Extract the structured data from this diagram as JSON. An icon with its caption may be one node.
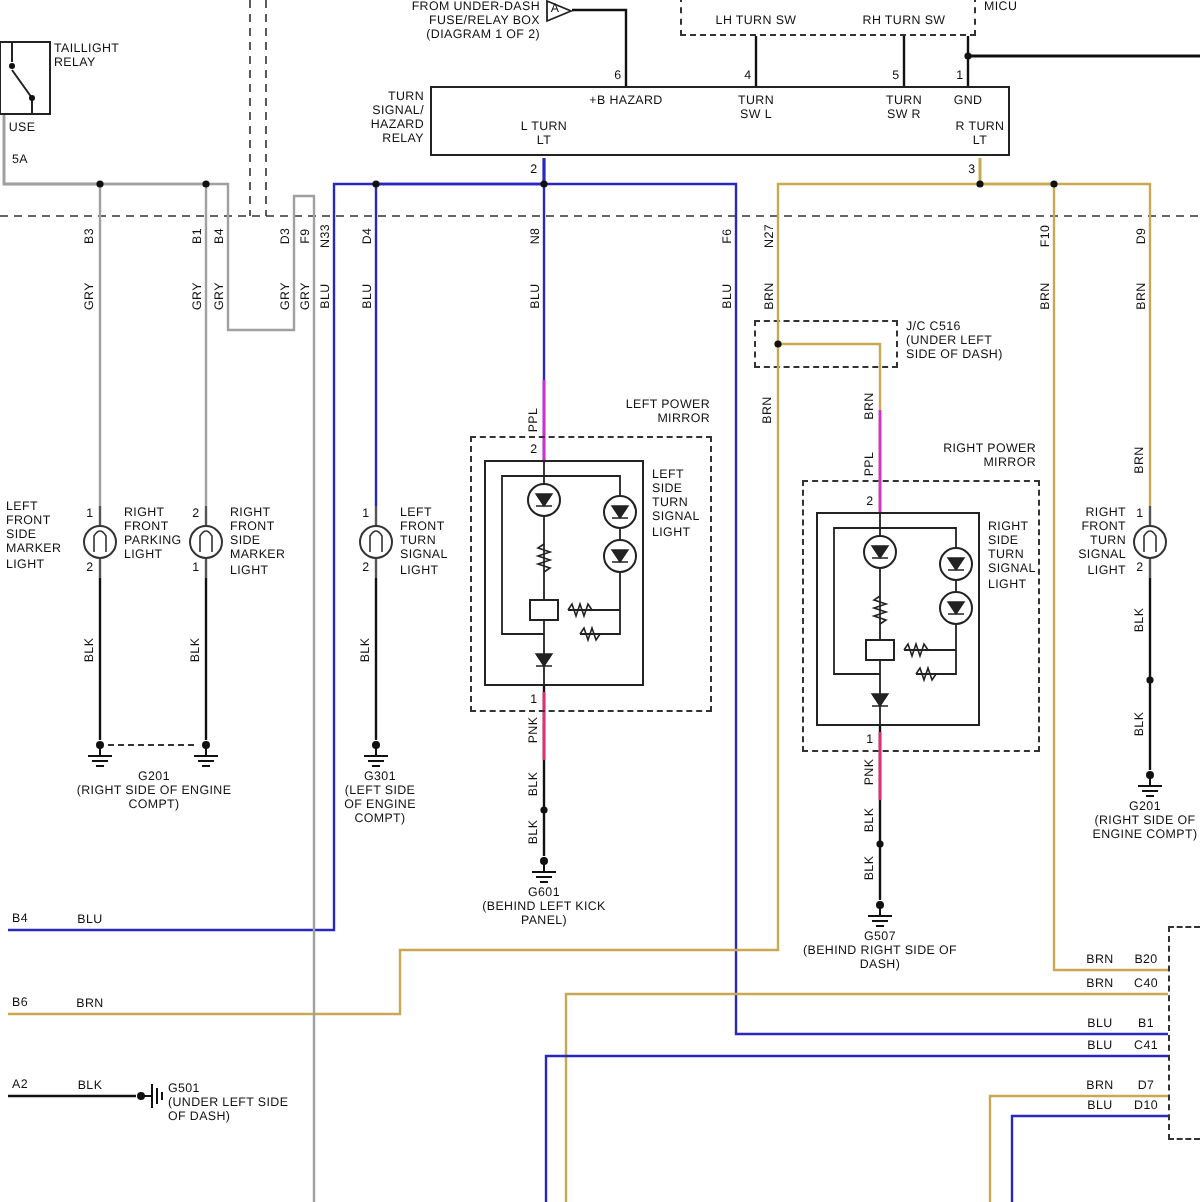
{
  "diagram": {
    "nodes": [
      {
        "text": [
          "TAILLIGHT RELAY"
        ]
      },
      {
        "text": [
          "A"
        ],
        "beside": [
          "FROM UNDER-DASH FUSE/RELAY BOX (DIAGRAM 1 OF 2)"
        ]
      },
      {
        "text": [
          "MICU",
          "LH TURN SW",
          "RH TURN SW"
        ]
      },
      {
        "text": [
          "TURN SIGNAL/ HAZARD RELAY",
          "+B HAZARD",
          "TURN SW L",
          "TURN SW R",
          "GND",
          "L TURN LT",
          "R TURN LT"
        ]
      },
      {
        "text": [
          "RIGHT FRONT PARKING LIGHT"
        ]
      },
      {
        "text": [
          "RIGHT FRONT SIDE MARKER LIGHT"
        ]
      },
      {
        "text": [
          "LEFT FRONT TURN SIGNAL LIGHT"
        ]
      },
      {
        "text": [
          "LEFT POWER MIRROR"
        ]
      },
      {
        "text": [
          "LEFT SIDE TURN SIGNAL LIGHT"
        ],
        "in": 7
      },
      {
        "text": [
          "J/C C516 (UNDER LEFT SIDE OF DASH)"
        ]
      },
      {
        "text": [
          "RIGHT POWER MIRROR"
        ]
      },
      {
        "text": [
          "RIGHT SIDE TURN SIGNAL LIGHT"
        ],
        "in": 10
      },
      {
        "text": [
          "RIGHT FRONT TURN SIGNAL LIGHT"
        ]
      },
      {
        "text": [
          "G201",
          "(RIGHT SIDE OF ENGINE COMPT)"
        ]
      },
      {
        "text": [
          "G301",
          "(LEFT SIDE OF ENGINE COMPT)"
        ]
      },
      {
        "text": [
          "G601",
          "(BEHIND LEFT KICK PANEL)"
        ]
      },
      {
        "text": [
          "G507",
          "(BEHIND RIGHT SIDE OF DASH)"
        ]
      },
      {
        "text": [
          "G201",
          "(RIGHT SIDE OF ENGINE COMPT)"
        ]
      },
      {
        "text": [
          "G501",
          "(UNDER LEFT SIDE OF DASH)"
        ]
      },
      {
        "text": [],
        "shape": "box"
      },
      {
        "text": [
          "B4"
        ]
      },
      {
        "text": [
          "B6"
        ]
      },
      {
        "text": [
          "A2"
        ]
      }
    ],
    "edges": [
      {
        "from": 1,
        "to": 3,
        "arrow": "none"
      },
      {
        "from": 2,
        "to": 3,
        "arrow": "none"
      },
      {
        "from": 2,
        "to": 3,
        "arrow": "none"
      },
      {
        "from": 2,
        "to": 3,
        "arrow": "none"
      },
      {
        "from": 0,
        "to": 4,
        "arrow": "none",
        "color": "#a0a0a0"
      },
      {
        "from": 0,
        "to": 5,
        "arrow": "none",
        "color": "#a0a0a0"
      },
      {
        "from": 3,
        "to": 6,
        "arrow": "none",
        "color": "#2828c0"
      },
      {
        "from": 3,
        "to": 8,
        "arrow": "none",
        "color": "#2828c0"
      },
      {
        "from": 3,
        "to": 9,
        "arrow": "none",
        "color": "#c8a850"
      },
      {
        "from": 9,
        "to": 11,
        "arrow": "none",
        "color": "#c8a850"
      },
      {
        "from": 3,
        "to": 12,
        "arrow": "none",
        "color": "#c8a850"
      },
      {
        "from": 4,
        "to": 13,
        "arrow": "none"
      },
      {
        "from": 5,
        "to": 13,
        "arrow": "none"
      },
      {
        "from": 6,
        "to": 14,
        "arrow": "none"
      },
      {
        "from": 8,
        "to": 15,
        "arrow": "none"
      },
      {
        "from": 11,
        "to": 16,
        "arrow": "none"
      },
      {
        "from": 12,
        "to": 17,
        "arrow": "none"
      },
      {
        "from": 3,
        "to": 19,
        "arrow": "none",
        "color": "#c8a850"
      },
      {
        "from": 3,
        "to": 19,
        "arrow": "none",
        "color": "#2828c0"
      },
      {
        "from": 3,
        "to": 20,
        "arrow": "none",
        "color": "#2828c0"
      },
      {
        "from": 9,
        "to": 21,
        "arrow": "none",
        "color": "#c8a850"
      },
      {
        "from": 0,
        "to": null,
        "arrow": "none",
        "color": "#a0a0a0"
      },
      {
        "from": 22,
        "to": 18,
        "arrow": "none"
      },
      {
        "from": null,
        "to": 19,
        "arrow": "none",
        "color": "#c8a850"
      },
      {
        "from": null,
        "to": 19,
        "arrow": "none",
        "color": "#2828c0"
      },
      {
        "from": null,
        "to": 19,
        "arrow": "none",
        "color": "#c8a850"
      },
      {
        "from": null,
        "to": 19,
        "arrow": "none",
        "color": "#2828c0"
      }
    ],
    "labels": [
      "USE",
      "5A",
      "6",
      "4",
      "5",
      "1",
      "2",
      "3",
      "B3",
      "B1",
      "B4",
      "D3",
      "F9",
      "N33",
      "D4",
      "N8",
      "F6",
      "N27",
      "F10",
      "D9",
      "GRY",
      "GRY",
      "GRY",
      "GRY",
      "GRY",
      "BLU",
      "BLU",
      "BLU",
      "BLU",
      "BRN",
      "BRN",
      "BRN",
      "LEFT FRONT SIDE MARKER LIGHT",
      "1",
      "2",
      "2",
      "1",
      "1",
      "2",
      "BLK",
      "BLK",
      "BLK",
      "PPL",
      "2",
      "1",
      "PNK",
      "BLK",
      "BLK",
      "BRN",
      "BRN",
      "PPL",
      "2",
      "1",
      "PNK",
      "BLK",
      "BLK",
      "BRN",
      "1",
      "2",
      "BLK",
      "BLK",
      "BLU",
      "BRN",
      "BLK",
      "BRN",
      "B20",
      "BRN",
      "C40",
      "BLU",
      "B1",
      "BLU",
      "C41",
      "BRN",
      "D7",
      "BLU",
      "D10"
    ]
  }
}
